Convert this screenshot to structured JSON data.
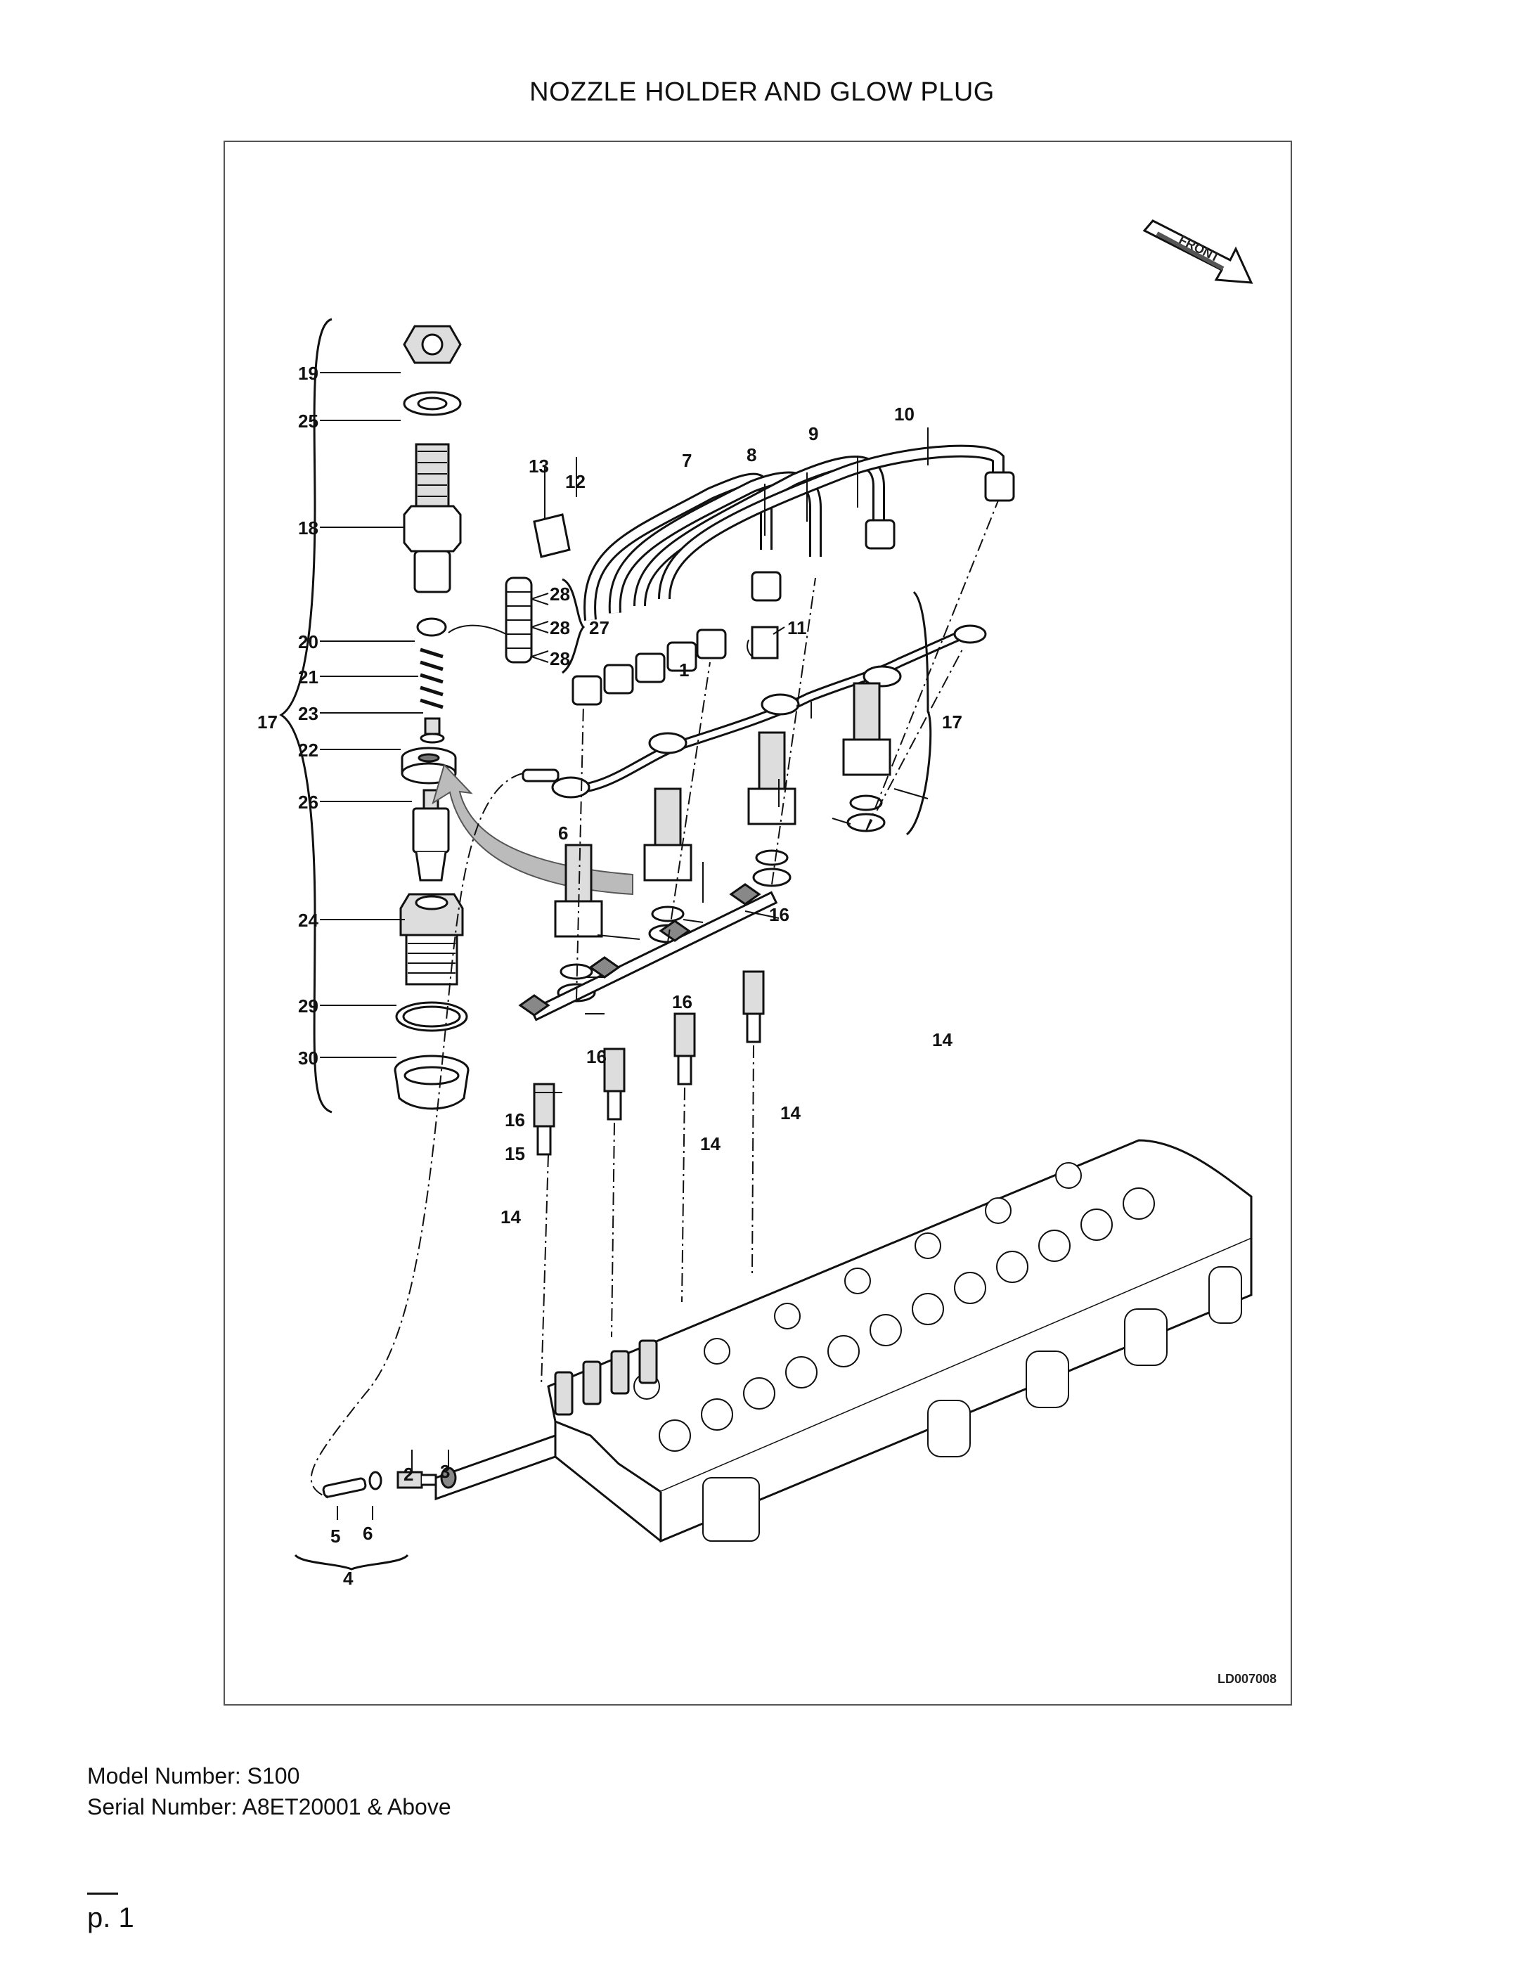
{
  "page": {
    "title": "NOZZLE HOLDER AND GLOW PLUG",
    "model_label": "Model Number: S100",
    "serial_label": "Serial Number: A8ET20001 & Above",
    "page_number": "p. 1"
  },
  "diagram": {
    "figure_code": "LD007008",
    "front_label": "FRONT",
    "callouts": [
      "1",
      "2",
      "3",
      "4",
      "5",
      "6",
      "6",
      "7",
      "8",
      "9",
      "10",
      "11",
      "12",
      "13",
      "14",
      "14",
      "14",
      "14",
      "14",
      "15",
      "16",
      "16",
      "16",
      "16",
      "16",
      "17",
      "17",
      "18",
      "19",
      "20",
      "21",
      "22",
      "23",
      "24",
      "25",
      "26",
      "27",
      "28",
      "28",
      "28",
      "29",
      "30"
    ]
  }
}
